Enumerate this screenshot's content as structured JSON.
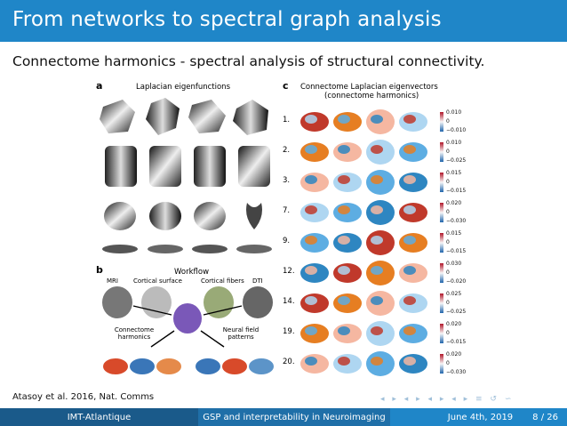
{
  "slide": {
    "title": "From networks to spectral graph analysis",
    "subtitle": "Connectome harmonics - spectral analysis of structural connectivity.",
    "citation": "Atasoy et al. 2016, Nat. Comms"
  },
  "figure": {
    "panel_a": {
      "label": "a",
      "title": "Laplacian eigenfunctions"
    },
    "panel_b": {
      "label": "b",
      "title": "Workflow",
      "mri": "MRI",
      "cortical_surface": "Cortical surface",
      "cortical_fibers": "Cortical fibers",
      "dti": "DTI",
      "harmonics": "Connectome harmonics",
      "neural_field": "Neural field patterns"
    },
    "panel_c": {
      "label": "c",
      "title_line1": "Connectome Laplacian eigenvectors",
      "title_line2": "(connectome harmonics)",
      "modes": [
        "1.",
        "2.",
        "3.",
        "7.",
        "9.",
        "12.",
        "14.",
        "19.",
        "20."
      ],
      "colorbar_ticks": [
        [
          "0.010",
          "0",
          "−0.010"
        ],
        [
          "0.010",
          "0",
          "−0.025"
        ],
        [
          "0.015",
          "0",
          "−0.015"
        ],
        [
          "0.020",
          "0",
          "−0.030"
        ],
        [
          "0.015",
          "0",
          "−0.015"
        ],
        [
          "0.030",
          "0",
          "−0.020"
        ],
        [
          "0.025",
          "0",
          "−0.025"
        ],
        [
          "0.020",
          "0",
          "−0.015"
        ],
        [
          "0.020",
          "0",
          "−0.030"
        ]
      ]
    }
  },
  "footer": {
    "institution": "IMT-Atlantique",
    "talk": "GSP and interpretability in Neuroimaging",
    "date": "June 4th, 2019",
    "page": "8 / 26"
  },
  "colors": {
    "title_bar": "#1f86c8",
    "footer_dark": "#1a5a8a",
    "footer_mid": "#1f6fa8",
    "positive": "#b2182b",
    "negative": "#2166ac"
  }
}
